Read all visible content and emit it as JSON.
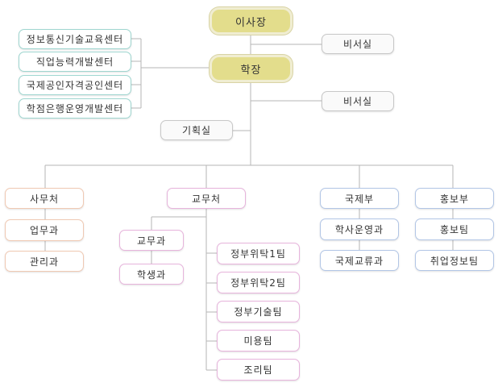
{
  "chairman": "이사장",
  "president": "학장",
  "secretary_chair": "비서실",
  "secretary_pres": "비서실",
  "planning": "기획실",
  "centers": [
    "정보통신기술교육센터",
    "직업능력개발센터",
    "국제공인자격공인센터",
    "학점은행운영개발센터"
  ],
  "admin": {
    "head": "사무처",
    "subs": [
      "업무과",
      "관리과"
    ]
  },
  "academic": {
    "head": "교무처",
    "subs": [
      "교무과",
      "학생과"
    ],
    "teams": [
      "정부위탁1팀",
      "정부위탁2팀",
      "정부기술팀",
      "미용팀",
      "조리팀"
    ]
  },
  "intl": {
    "head": "국제부",
    "subs": [
      "학사운영과",
      "국제교류과"
    ]
  },
  "pr": {
    "head": "홍보부",
    "subs": [
      "홍보팀",
      "취업정보팀"
    ]
  },
  "colors": {
    "line": "#b5b5b5",
    "top_fill": "#e3dd8c",
    "teal": "#9fd6d0",
    "orange": "#f0c9b3",
    "pink": "#e7b4dc",
    "blue": "#b2c6e6"
  }
}
